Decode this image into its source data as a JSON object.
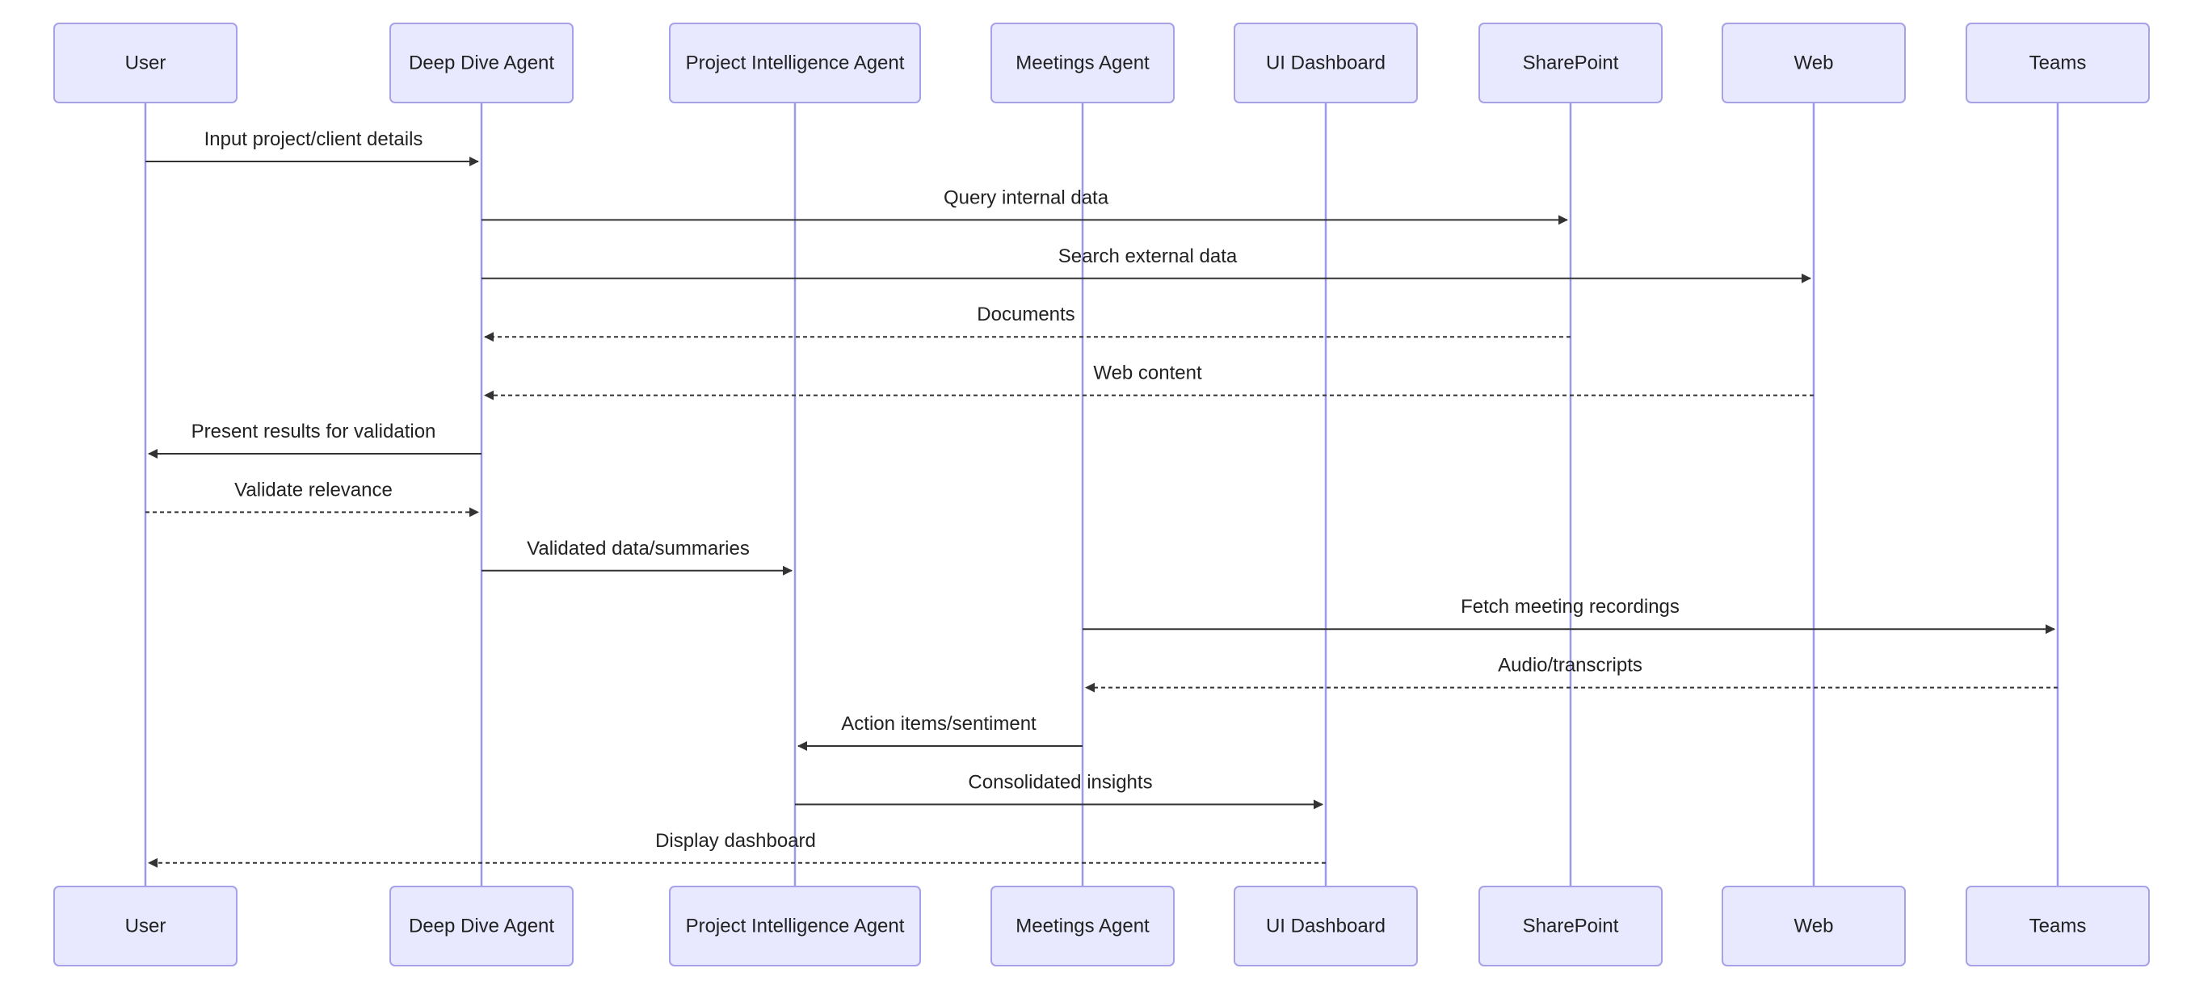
{
  "diagram": {
    "type": "sequence",
    "colors": {
      "actor_fill": "#e8e8ff",
      "actor_stroke": "#a7a2e8",
      "lifeline": "#9b98ee",
      "arrow": "#333333",
      "text": "#222222",
      "background": "#ffffff"
    },
    "participants": [
      {
        "id": "user",
        "label": "User"
      },
      {
        "id": "deep",
        "label": "Deep Dive Agent"
      },
      {
        "id": "pia",
        "label": "Project Intelligence Agent"
      },
      {
        "id": "meet",
        "label": "Meetings Agent"
      },
      {
        "id": "ui",
        "label": "UI Dashboard"
      },
      {
        "id": "sp",
        "label": "SharePoint"
      },
      {
        "id": "web",
        "label": "Web"
      },
      {
        "id": "teams",
        "label": "Teams"
      }
    ],
    "messages": [
      {
        "from": "user",
        "to": "deep",
        "label": "Input project/client details",
        "style": "solid"
      },
      {
        "from": "deep",
        "to": "sp",
        "label": "Query internal data",
        "style": "solid"
      },
      {
        "from": "deep",
        "to": "web",
        "label": "Search external data",
        "style": "solid"
      },
      {
        "from": "sp",
        "to": "deep",
        "label": "Documents",
        "style": "dashed"
      },
      {
        "from": "web",
        "to": "deep",
        "label": "Web content",
        "style": "dashed"
      },
      {
        "from": "deep",
        "to": "user",
        "label": "Present results for validation",
        "style": "solid"
      },
      {
        "from": "user",
        "to": "deep",
        "label": "Validate relevance",
        "style": "dashed"
      },
      {
        "from": "deep",
        "to": "pia",
        "label": "Validated data/summaries",
        "style": "solid"
      },
      {
        "from": "meet",
        "to": "teams",
        "label": "Fetch meeting recordings",
        "style": "solid"
      },
      {
        "from": "teams",
        "to": "meet",
        "label": "Audio/transcripts",
        "style": "dashed"
      },
      {
        "from": "meet",
        "to": "pia",
        "label": "Action items/sentiment",
        "style": "solid"
      },
      {
        "from": "pia",
        "to": "ui",
        "label": "Consolidated insights",
        "style": "solid"
      },
      {
        "from": "ui",
        "to": "user",
        "label": "Display dashboard",
        "style": "dashed"
      }
    ]
  }
}
